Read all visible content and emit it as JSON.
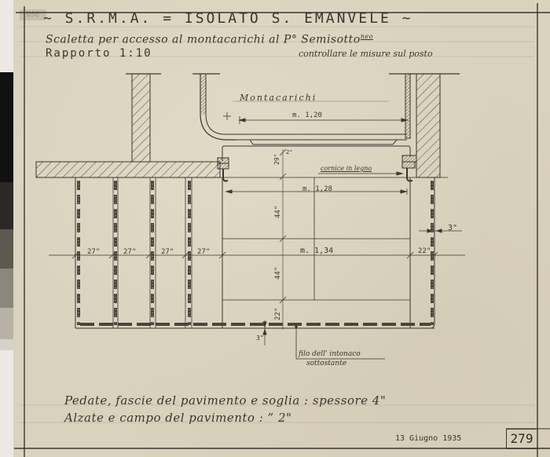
{
  "sheet": {
    "stamp": "DSE",
    "title": "~ S.R.M.A. = ISOLATO S. EMANVELE ~",
    "subtitle": "Scaletta per accesso al montacarichi al P° Semisotto",
    "subtitle_sup": "neo",
    "scale_label": "Rapporto 1:10",
    "check_note": "controllare le misure sul posto"
  },
  "drawing": {
    "montacarichi_label": "Montacarichi",
    "dimensions": {
      "width_montacarichi": "m. 1,20",
      "width_inner": "m. 1,28",
      "width_total": "m. 1,34",
      "gap_top": "29\"",
      "gap_top_small": "2\"",
      "step_1": "44\"",
      "step_2": "44\"",
      "bottom_band": "22\"",
      "side_band": "22\"",
      "wall_thickness": "3\"",
      "bottom_offset": "3\"",
      "band_widths": [
        "27\"",
        "27\"",
        "27\"",
        "27\""
      ]
    },
    "cornice_label": "cornice in legno",
    "plaster_label_line1": "filo dell' intonaco",
    "plaster_label_line2": "sottostante"
  },
  "notes": {
    "line1": "Pedate, fascie del pavimento e soglia : spessore 4\"",
    "line2": "Alzate e campo del pavimento : ” 2\""
  },
  "footer": {
    "date": "13 Giugno 1935",
    "sheet_number": "279"
  },
  "colors": {
    "paper": "#d9d2bd",
    "ink": "#3a362e",
    "hatch": "#4a463d"
  }
}
